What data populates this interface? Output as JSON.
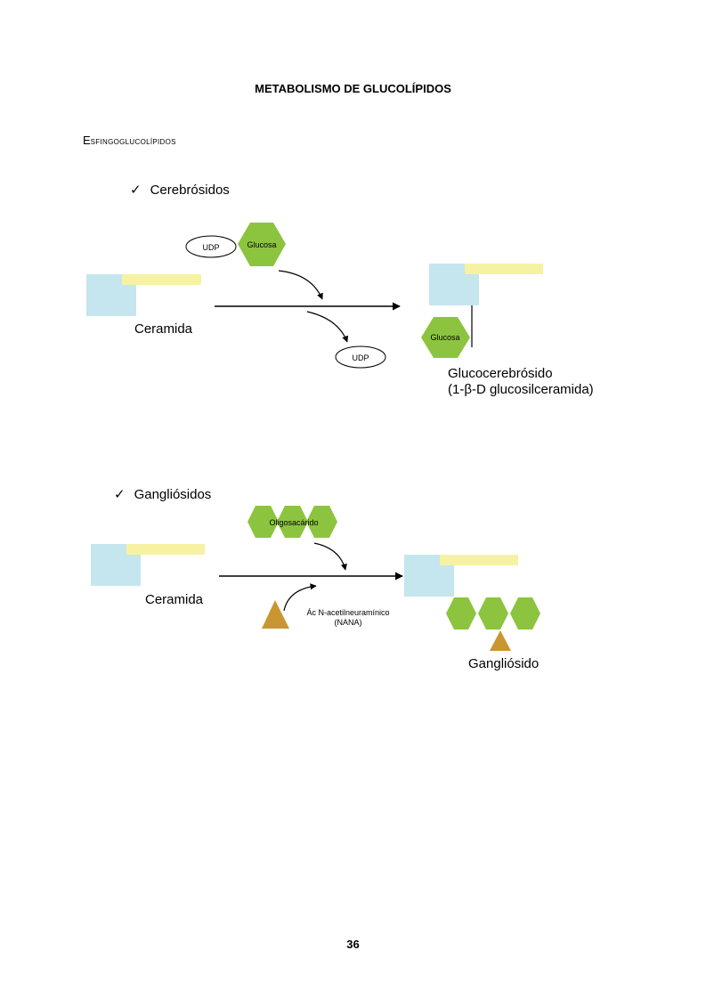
{
  "page": {
    "title": "METABOLISMO DE GLUCOLÍPIDOS",
    "section_initial": "E",
    "section_rest": "SFINGOGLUCOLÍPIDOS",
    "page_number": "36"
  },
  "cerebrosidos": {
    "check": "✓",
    "heading": "Cerebrósidos",
    "udp_in": "UDP",
    "glucosa_in": "Glucosa",
    "ceramida": "Ceramida",
    "udp_out": "UDP",
    "glucosa_product": "Glucosa",
    "product_name_1": "Glucocerebrósido",
    "product_name_2": "(1-β-D glucosilceramida)"
  },
  "gangliosidos": {
    "check": "✓",
    "heading": "Gangliósidos",
    "oligosacarido": "Oligosacárido",
    "ceramida": "Ceramida",
    "nana_1": "Ác N-acetilneuramínico",
    "nana_2": "(NANA)",
    "product_name": "Gangliósido"
  },
  "colors": {
    "ceramide_head": "#c5e6ee",
    "ceramide_tail": "#f7f2a2",
    "sugar": "#8cc43f",
    "nana": "#c99632"
  }
}
